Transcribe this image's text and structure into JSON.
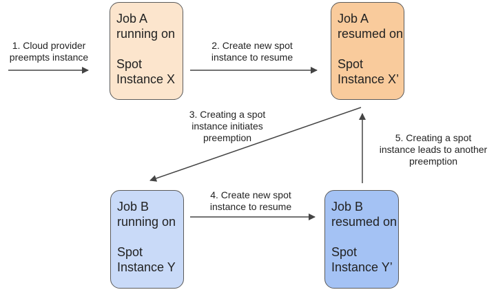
{
  "nodes": {
    "job_a": {
      "title": "Job A",
      "status": "running on",
      "instance_line1": "Spot",
      "instance_line2": "Instance X",
      "fill": "#fce5cd"
    },
    "job_a_resumed": {
      "title": "Job A",
      "status": "resumed on",
      "instance_line1": "Spot",
      "instance_line2": "Instance X’",
      "fill": "#f9cb9c"
    },
    "job_b": {
      "title": "Job B",
      "status": "running on",
      "instance_line1": "Spot",
      "instance_line2": "Instance Y",
      "fill": "#c9daf8"
    },
    "job_b_resumed": {
      "title": "Job B",
      "status": "resumed on",
      "instance_line1": "Spot",
      "instance_line2": "Instance Y’",
      "fill": "#a4c2f4"
    }
  },
  "edges": {
    "step1": {
      "line1": "1. Cloud provider",
      "line2": "preempts instance"
    },
    "step2": {
      "line1": "2. Create new spot",
      "line2": "instance to resume",
      "from": "Job A running on Spot Instance X",
      "to": "Job A resumed on Spot Instance X’"
    },
    "step3": {
      "line1": "3. Creating a spot",
      "line2": "instance initiates",
      "line3": "preemption",
      "from": "Job A resumed on Spot Instance X’",
      "to": "Job B running on Spot Instance Y"
    },
    "step4": {
      "line1": "4. Create new spot",
      "line2": "instance to resume",
      "from": "Job B running on Spot Instance Y",
      "to": "Job B resumed on Spot Instance Y’"
    },
    "step5": {
      "line1": "5. Creating a spot",
      "line2": "instance leads to another",
      "line3": "preemption",
      "from": "Job B resumed on Spot Instance Y’",
      "to": "Job A resumed on Spot Instance X’"
    }
  },
  "colors": {
    "arrow": "#444444",
    "box_border": "#5a5a5a",
    "text": "#222222"
  }
}
